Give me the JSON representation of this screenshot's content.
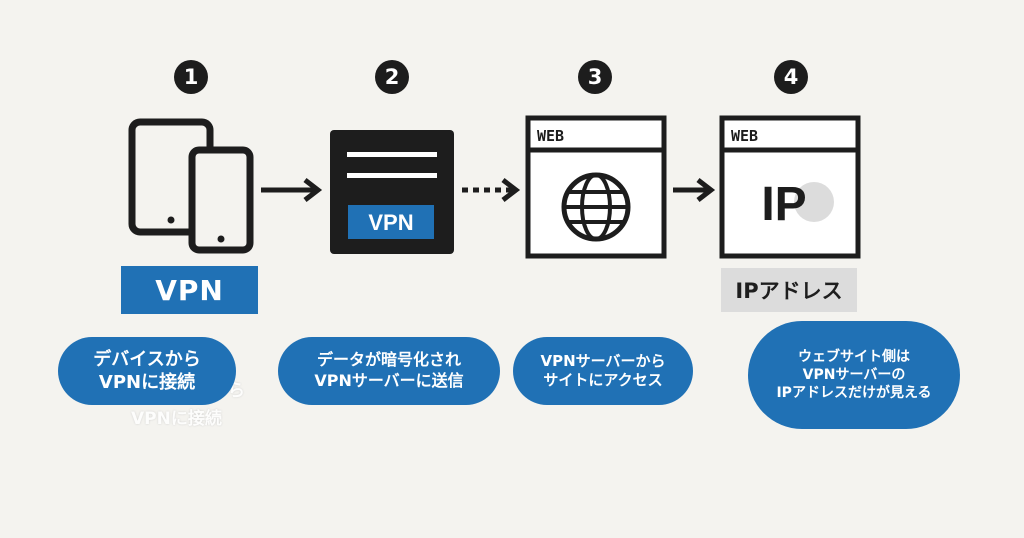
{
  "steps": [
    {
      "number": "1"
    },
    {
      "number": "2",
      "server_label": "VPN"
    },
    {
      "number": "3",
      "web_label": "WEB"
    },
    {
      "number": "4",
      "web_label": "WEB",
      "ip_text": "IP"
    }
  ],
  "labels": {
    "vpn": "VPN",
    "ip_address": "IPアドレス"
  },
  "bubbles": [
    {
      "lines": [
        "デバイスから",
        "VPNに接続"
      ]
    },
    {
      "lines": [
        "データが暗号化され",
        "VPNサーバーに送信"
      ]
    },
    {
      "lines": [
        "VPNサーバーから",
        "サイトにアクセス"
      ]
    },
    {
      "lines": [
        "ウェブサイト側は",
        "VPNサーバーの",
        "IPアドレスだけが見える"
      ]
    }
  ],
  "ghost_text": {
    "line1": "ら",
    "line2": "VPNに接続"
  },
  "colors": {
    "accent": "#2071b5",
    "dark": "#1d1d1d",
    "background": "#f4f3ef"
  }
}
